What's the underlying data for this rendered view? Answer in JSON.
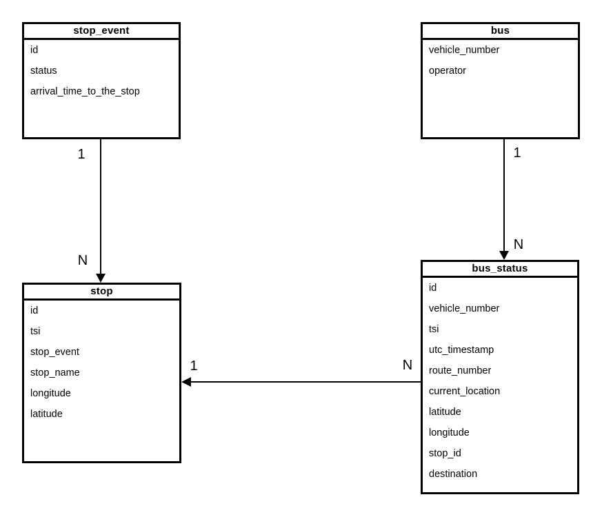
{
  "diagram": {
    "type": "entity-relationship",
    "entities": [
      {
        "name": "stop_event",
        "fields": [
          "id",
          "status",
          "arrival_time_to_the_stop"
        ]
      },
      {
        "name": "bus",
        "fields": [
          "vehicle_number",
          "operator"
        ]
      },
      {
        "name": "stop",
        "fields": [
          "id",
          "tsi",
          "stop_event",
          "stop_name",
          "longitude",
          "latitude"
        ]
      },
      {
        "name": "bus_status",
        "fields": [
          "id",
          "vehicle_number",
          "tsi",
          "utc_timestamp",
          "route_number",
          "current_location",
          "latitude",
          "longitude",
          "stop_id",
          "destination"
        ]
      }
    ],
    "relationships": [
      {
        "from": "stop_event",
        "to": "stop",
        "from_label": "1",
        "to_label": "N"
      },
      {
        "from": "bus",
        "to": "bus_status",
        "from_label": "1",
        "to_label": "N"
      },
      {
        "from": "bus_status",
        "to": "stop",
        "from_label": "N",
        "to_label": "1"
      }
    ],
    "colors": {
      "line": "#000000",
      "box_border": "#000000",
      "box_fill": "#ffffff",
      "background": "#ffffff",
      "text": "#000000"
    }
  }
}
